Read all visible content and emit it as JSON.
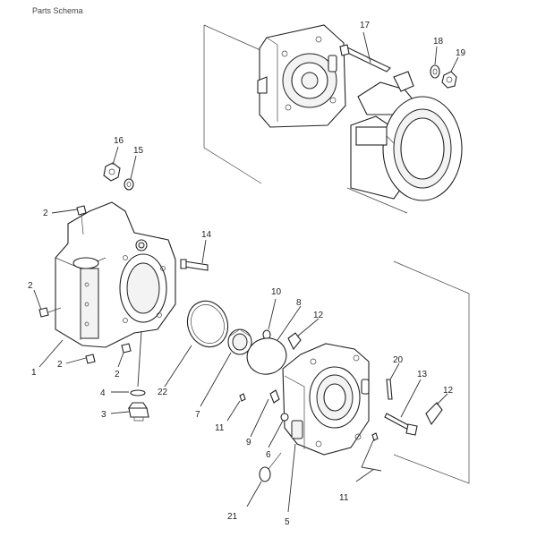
{
  "header": {
    "title": "Parts Schema"
  },
  "callouts": [
    {
      "id": "c17",
      "label": "17"
    },
    {
      "id": "c18",
      "label": "18"
    },
    {
      "id": "c19",
      "label": "19"
    },
    {
      "id": "c16",
      "label": "16"
    },
    {
      "id": "c15",
      "label": "15"
    },
    {
      "id": "c2a",
      "label": "2"
    },
    {
      "id": "c14",
      "label": "14"
    },
    {
      "id": "c2b",
      "label": "2"
    },
    {
      "id": "c1",
      "label": "1"
    },
    {
      "id": "c2c",
      "label": "2"
    },
    {
      "id": "c2d",
      "label": "2"
    },
    {
      "id": "c10",
      "label": "10"
    },
    {
      "id": "c8",
      "label": "8"
    },
    {
      "id": "c12a",
      "label": "12"
    },
    {
      "id": "c4",
      "label": "4"
    },
    {
      "id": "c22",
      "label": "22"
    },
    {
      "id": "c3",
      "label": "3"
    },
    {
      "id": "c7",
      "label": "7"
    },
    {
      "id": "c11a",
      "label": "11"
    },
    {
      "id": "c20",
      "label": "20"
    },
    {
      "id": "c13",
      "label": "13"
    },
    {
      "id": "c12b",
      "label": "12"
    },
    {
      "id": "c9",
      "label": "9"
    },
    {
      "id": "c6",
      "label": "6"
    },
    {
      "id": "c21",
      "label": "21"
    },
    {
      "id": "c5",
      "label": "5"
    },
    {
      "id": "c11b",
      "label": "11"
    }
  ]
}
